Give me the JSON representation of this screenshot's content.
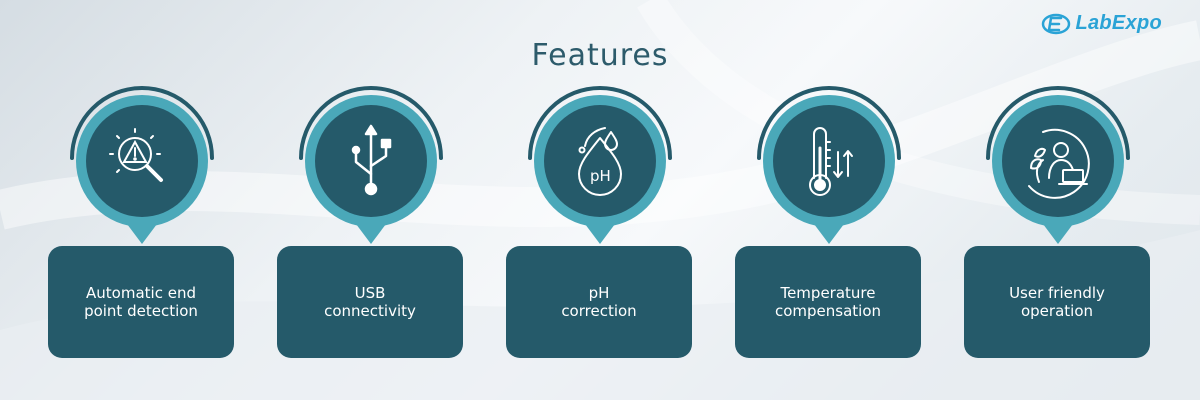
{
  "brand": {
    "logo_text": "LabExpo",
    "logo_color": "#2aa3d6"
  },
  "page_title": "Features",
  "colors": {
    "dark_teal": "#255a6a",
    "mid_teal": "#4aa8b9",
    "title": "#2d5b6b"
  },
  "features": [
    {
      "label": "Automatic end\npoint detection",
      "icon": "warning-magnifier-icon"
    },
    {
      "label": "USB\nconnectivity",
      "icon": "usb-icon"
    },
    {
      "label": "pH\ncorrection",
      "icon": "ph-drop-icon"
    },
    {
      "label": "Temperature\ncompensation",
      "icon": "thermometer-arrows-icon"
    },
    {
      "label": "User friendly\noperation",
      "icon": "user-laptop-icon"
    }
  ]
}
